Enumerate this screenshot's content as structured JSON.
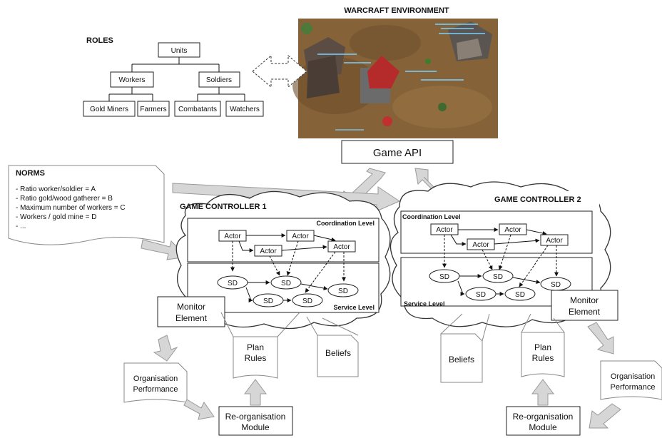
{
  "environment": {
    "title": "WARCRAFT ENVIRONMENT",
    "api_label": "Game API"
  },
  "roles": {
    "title": "ROLES",
    "root": "Units",
    "workers": "Workers",
    "soldiers": "Soldiers",
    "gold_miners": "Gold Miners",
    "farmers": "Farmers",
    "combatants": "Combatants",
    "watchers": "Watchers"
  },
  "norms": {
    "title": "NORMS",
    "items": [
      "- Ratio worker/soldier = A",
      "- Ratio gold/wood gatherer = B",
      "- Maximum number of workers = C",
      "- Workers / gold mine = D",
      "- ..."
    ]
  },
  "controller1": {
    "title": "GAME CONTROLLER 1",
    "coordination_label": "Coordination Level",
    "service_label": "Service Level",
    "actor": "Actor",
    "sd": "SD",
    "monitor": [
      "Monitor",
      "Element"
    ],
    "plan_rules": [
      "Plan",
      "Rules"
    ],
    "beliefs": "Beliefs",
    "org_performance": [
      "Organisation",
      "Performance"
    ],
    "reorg": [
      "Re-organisation",
      "Module"
    ]
  },
  "controller2": {
    "title": "GAME CONTROLLER 2",
    "coordination_label": "Coordination Level",
    "service_label": "Service Level",
    "actor": "Actor",
    "sd": "SD",
    "monitor": [
      "Monitor",
      "Element"
    ],
    "plan_rules": [
      "Plan",
      "Rules"
    ],
    "beliefs": "Beliefs",
    "org_performance": [
      "Organisation",
      "Performance"
    ],
    "reorg": [
      "Re-organisation",
      "Module"
    ]
  }
}
